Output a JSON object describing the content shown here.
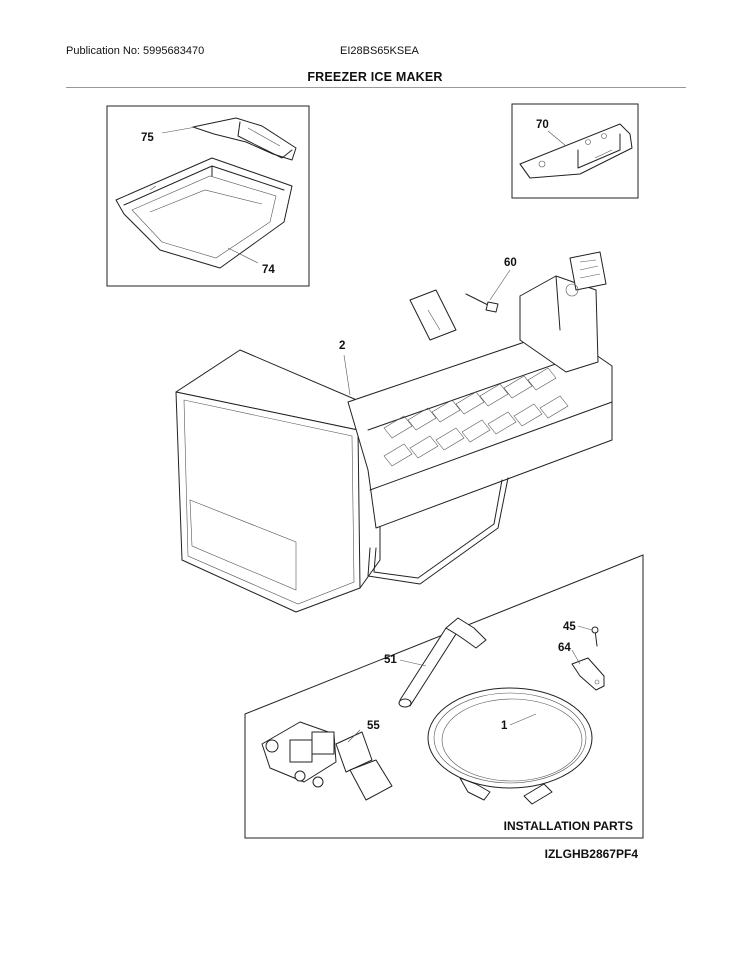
{
  "header": {
    "publication": "Publication No: 5995683470",
    "model": "EI28BS65KSEA"
  },
  "title": "FREEZER ICE MAKER",
  "callouts": {
    "c75": "75",
    "c74": "74",
    "c70": "70",
    "c60": "60",
    "c2": "2",
    "c45": "45",
    "c64": "64",
    "c51": "51",
    "c55": "55",
    "c1": "1"
  },
  "installation_label": "INSTALLATION PARTS",
  "diagram_code": "IZLGHB2867PF4"
}
